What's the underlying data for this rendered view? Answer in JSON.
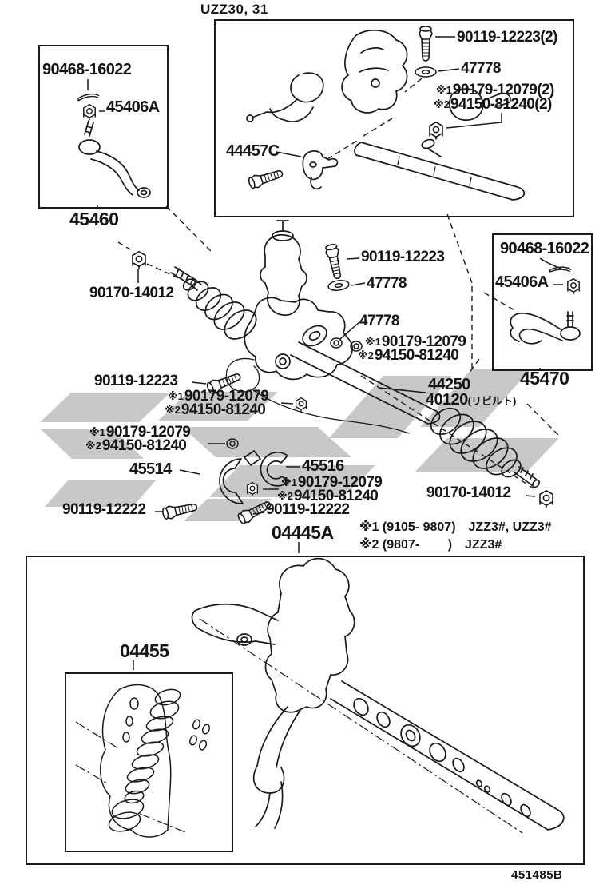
{
  "header": {
    "title": "UZZ30, 31"
  },
  "footer": {
    "figure_code": "451485B"
  },
  "colors": {
    "ink": "#1a1a1a",
    "paper": "#ffffff",
    "watermark": "#c8c8c8"
  },
  "notes": {
    "n1": {
      "code": "※1 (9105- 9807)",
      "models": "JZZ3#, UZZ3#"
    },
    "n2": {
      "code": "※2 (9807-        )",
      "models": "JZZ3#"
    }
  },
  "labels": {
    "tr_bolt": {
      "text": "90119-12223(2)"
    },
    "tr_washer": {
      "text": "47778"
    },
    "tr_note1": {
      "prefix": "※1",
      "text": "90179-12079(2)"
    },
    "tr_note2": {
      "prefix": "※2",
      "text": "94150-81240(2)"
    },
    "clamp": {
      "text": "44457C"
    },
    "lbox_pin": {
      "text": "90468-16022"
    },
    "lbox_nut": {
      "text": "45406A"
    },
    "lbox_rod": {
      "text": "45460"
    },
    "mid_bolt": {
      "text": "90119-12223"
    },
    "mid_washer": {
      "text": "47778"
    },
    "mid_washer2": {
      "text": "47778"
    },
    "mid_note1": {
      "prefix": "※1",
      "text": "90179-12079"
    },
    "mid_note2": {
      "prefix": "※2",
      "text": "94150-81240"
    },
    "rbox_pin": {
      "text": "90468-16022"
    },
    "rbox_nut": {
      "text": "45406A"
    },
    "rbox_rod": {
      "text": "45470"
    },
    "left_locknut": {
      "text": "90170-14012"
    },
    "left_bolt": {
      "text": "90119-12223"
    },
    "left_note1": {
      "prefix": "※1",
      "text": "90179-12079"
    },
    "left_note2": {
      "prefix": "※2",
      "text": "94150-81240"
    },
    "low_note1": {
      "prefix": "※1",
      "text": "90179-12079"
    },
    "low_note2": {
      "prefix": "※2",
      "text": "94150-81240"
    },
    "bracket": {
      "text": "45514"
    },
    "grommet": {
      "text": "45516"
    },
    "gr_note1": {
      "prefix": "※1",
      "text": "90179-12079"
    },
    "gr_note2": {
      "prefix": "※2",
      "text": "94150-81240"
    },
    "bolt_a": {
      "text": "90119-12222"
    },
    "bolt_b": {
      "text": "90119-12222"
    },
    "rack_new": {
      "text": "44250"
    },
    "rack_reman": {
      "text": "40120",
      "suffix": "(リビルト)"
    },
    "right_locknut": {
      "text": "90170-14012"
    },
    "kit_a": {
      "text": "04445A"
    },
    "kit_b": {
      "text": "04455"
    }
  }
}
